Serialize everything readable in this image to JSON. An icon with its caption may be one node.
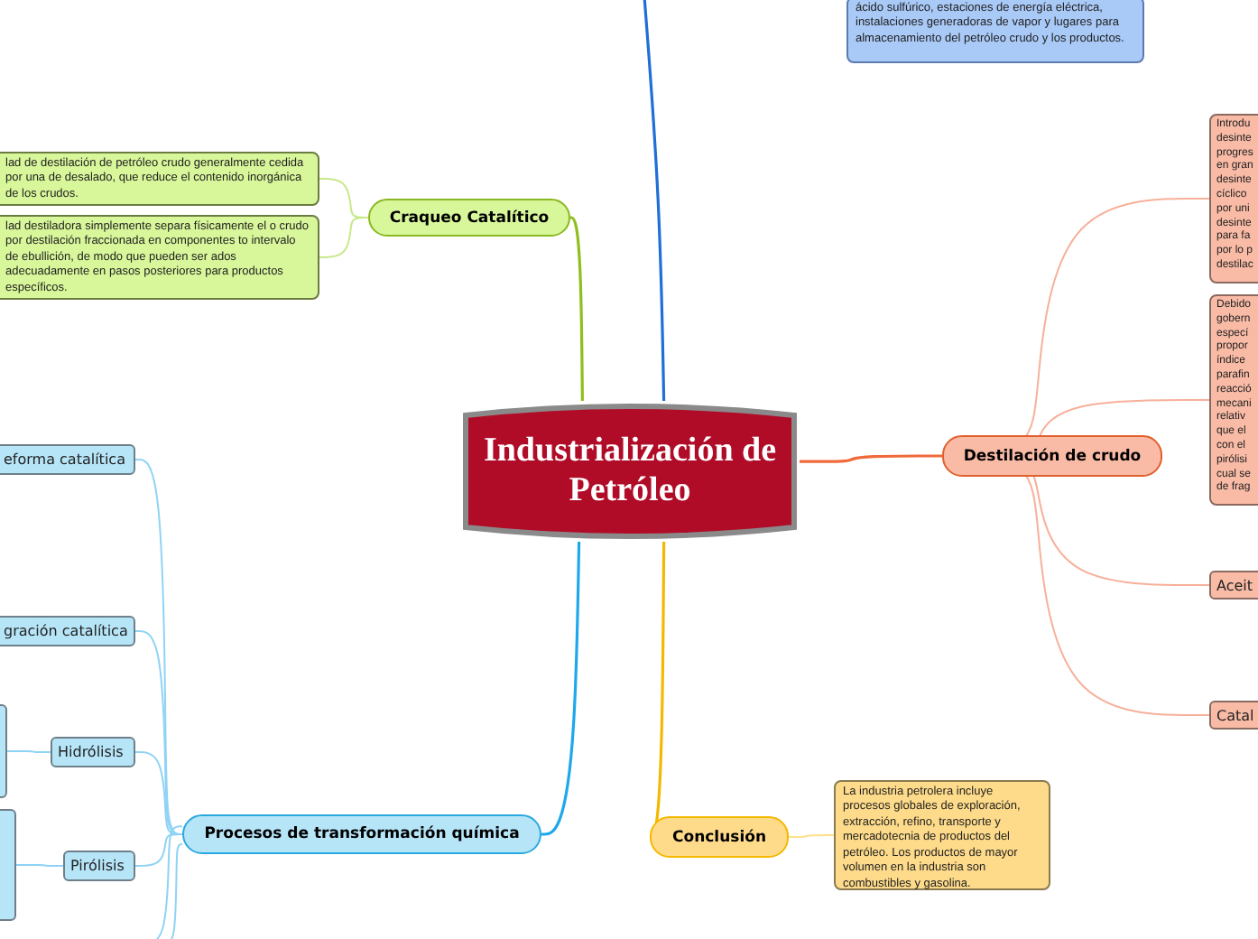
{
  "diagram": {
    "nodes": [
      {
        "text": [
          "Industrialización de Petróleo"
        ]
      },
      {
        "text": [
          "ácido sulfúrico, estaciones de energía eléctrica, instalaciones generadoras de vapor y lugares para almacenamiento del petróleo crudo y los productos."
        ]
      },
      {
        "text": [
          "Craqueo Catalítico"
        ]
      },
      {
        "text": [
          "lad de destilación de petróleo crudo generalmente cedida por una de desalado, que reduce el contenido inorgánica de los crudos."
        ]
      },
      {
        "text": [
          "lad destiladora simplemente separa físicamente el o crudo por destilación fraccionada en componentes to intervalo de ebullición, de modo que pueden ser ados adecuadamente en pasos posteriores para productos específicos."
        ]
      },
      {
        "text": [
          "Destilación de crudo"
        ]
      },
      {
        "text": [
          "Introdu desinte progres en gran desinte cíclico por uni desinte para fa por lo p destilac"
        ]
      },
      {
        "text": [
          "Debido gobern especí propor índice parafin reacció mecani relativ que el con el pirólisi cual se de frag"
        ]
      },
      {
        "text": [
          "Aceit"
        ]
      },
      {
        "text": [
          "Catal"
        ]
      },
      {
        "text": [
          "Procesos de transformación química"
        ]
      },
      {
        "text": [
          "eforma catalítica"
        ]
      },
      {
        "text": [
          "gración catalítica"
        ]
      },
      {
        "text": [
          "Hidrólisis"
        ]
      },
      {
        "text": [],
        "shape": "box"
      },
      {
        "text": [
          "Pirólisis"
        ]
      },
      {
        "text": [],
        "shape": "box"
      },
      {
        "text": [
          "Conclusión"
        ]
      },
      {
        "text": [
          "La industria petrolera incluye procesos globales de exploración, extracción, refino, transporte y mercadotecnia de productos del petróleo. Los productos de mayor volumen en la industria son combustibles y gasolina."
        ]
      }
    ],
    "edges": [
      {
        "from": 0,
        "to": null,
        "arrow": "none",
        "color": "#1f6fd6"
      },
      {
        "from": 0,
        "to": 2,
        "arrow": "none",
        "color": "#8fbf1c"
      },
      {
        "from": 2,
        "to": 3,
        "arrow": "none",
        "color": "#c8e88a"
      },
      {
        "from": 2,
        "to": 4,
        "arrow": "none",
        "color": "#c8e88a"
      },
      {
        "from": 0,
        "to": 5,
        "arrow": "none",
        "color": "#f06a3a"
      },
      {
        "from": 5,
        "to": 6,
        "arrow": "none",
        "color": "#f7b09a"
      },
      {
        "from": 5,
        "to": 7,
        "arrow": "none",
        "color": "#f7b09a"
      },
      {
        "from": 5,
        "to": 8,
        "arrow": "none",
        "color": "#f7b09a"
      },
      {
        "from": 5,
        "to": 9,
        "arrow": "none",
        "color": "#f7b09a"
      },
      {
        "from": 0,
        "to": 10,
        "arrow": "none",
        "color": "#1ea8ec"
      },
      {
        "from": 10,
        "to": 11,
        "arrow": "none",
        "color": "#8fd3f5"
      },
      {
        "from": 10,
        "to": 12,
        "arrow": "none",
        "color": "#8fd3f5"
      },
      {
        "from": 10,
        "to": 13,
        "arrow": "none",
        "color": "#8fd3f5"
      },
      {
        "from": 10,
        "to": 15,
        "arrow": "none",
        "color": "#8fd3f5"
      },
      {
        "from": 10,
        "to": null,
        "arrow": "none",
        "color": "#8fd3f5"
      },
      {
        "from": 10,
        "to": null,
        "arrow": "none",
        "color": "#8fd3f5"
      },
      {
        "from": 13,
        "to": 14,
        "arrow": "none",
        "color": "#8fd3f5"
      },
      {
        "from": 15,
        "to": 16,
        "arrow": "none",
        "color": "#8fd3f5"
      },
      {
        "from": 0,
        "to": 17,
        "arrow": "none",
        "color": "#f5b800"
      },
      {
        "from": 17,
        "to": 18,
        "arrow": "none",
        "color": "#fde08a"
      }
    ]
  }
}
